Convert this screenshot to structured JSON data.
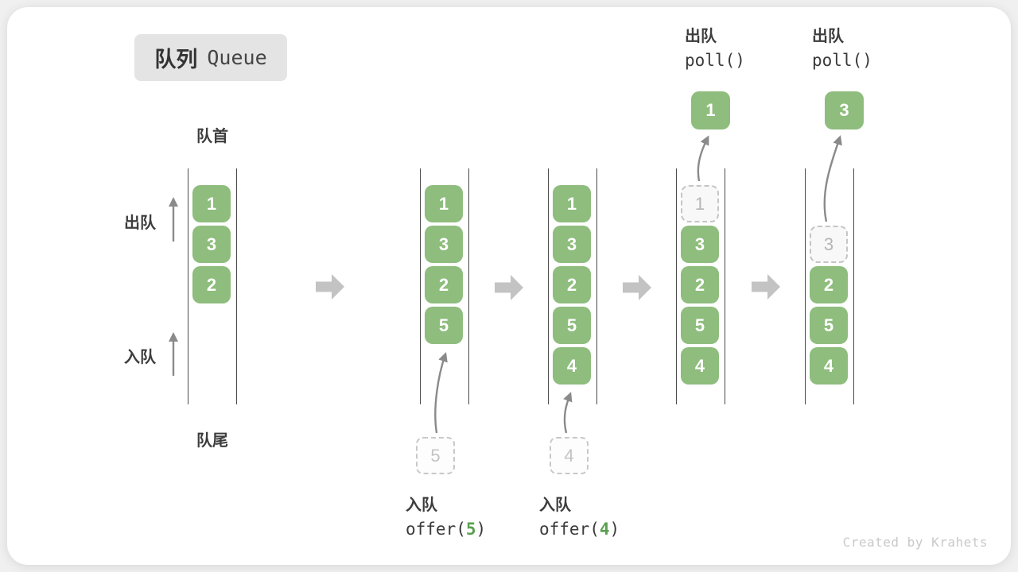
{
  "title": {
    "zh": "队列",
    "en": "Queue"
  },
  "labels": {
    "front": "队首",
    "rear": "队尾",
    "dequeue": "出队",
    "enqueue": "入队"
  },
  "stages": [
    {
      "cells": [
        "1",
        "3",
        "2"
      ]
    },
    {
      "cells": [
        "1",
        "3",
        "2",
        "5"
      ],
      "incoming_value": "5"
    },
    {
      "cells": [
        "1",
        "3",
        "2",
        "5",
        "4"
      ],
      "incoming_value": "4"
    },
    {
      "cells": [
        "3",
        "2",
        "5",
        "4"
      ],
      "ghost_value": "1",
      "polled_value": "1"
    },
    {
      "cells": [
        "2",
        "5",
        "4"
      ],
      "ghost_value": "3",
      "polled_value": "3"
    }
  ],
  "operations": {
    "offer5": {
      "action": "入队",
      "fn": "offer(",
      "arg": "5",
      "close": ")"
    },
    "offer4": {
      "action": "入队",
      "fn": "offer(",
      "arg": "4",
      "close": ")"
    },
    "poll1": {
      "action": "出队",
      "code": "poll()"
    },
    "poll2": {
      "action": "出队",
      "code": "poll()"
    }
  },
  "watermark": "Created by Krahets",
  "colors": {
    "cell_green": "#8EBD7D",
    "code_green": "#5AA050",
    "block_arrow_gray": "#C3C3C3",
    "thin_arrow_gray": "#8A8A8A",
    "wall_gray": "#4A4A4A",
    "title_bg": "#E4E4E4"
  }
}
